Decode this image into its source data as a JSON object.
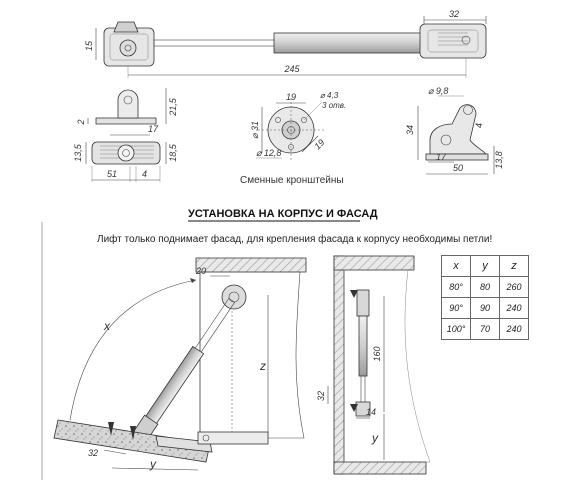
{
  "top_view": {
    "dim_height": "15",
    "dim_length": "245",
    "dim_bracket": "32"
  },
  "bracket_left": {
    "dim_2": "2",
    "dim_21_5": "21,5",
    "dim_17": "17",
    "dim_13_5": "13,5",
    "dim_18_5": "18,5",
    "dim_4": "4",
    "dim_51": "51"
  },
  "bracket_mid": {
    "dim_19": "19",
    "dim_hole": "⌀ 4,3",
    "dim_holes": "3 отв.",
    "dim_31": "⌀ 31",
    "dim_19b": "19",
    "dim_12_8": "⌀ 12,8"
  },
  "bracket_right": {
    "dim_9_8": "⌀ 9,8",
    "dim_34": "34",
    "dim_4": "4",
    "dim_17": "17",
    "dim_50": "50",
    "dim_13_8": "13,8"
  },
  "caption": "Сменные кронштейны",
  "section_title": "УСТАНОВКА НА КОРПУС И ФАСАД",
  "note": "Лифт только поднимает фасад, для крепления фасада к корпусу необходимы петли!",
  "install_left": {
    "label_x": "x",
    "label_z": "z",
    "label_y": "y",
    "dim_20": "20",
    "dim_32": "32"
  },
  "install_right": {
    "dim_160": "160",
    "dim_32": "32",
    "dim_14": "14",
    "label_y": "y"
  },
  "table": {
    "headers": [
      "x",
      "y",
      "z"
    ],
    "rows": [
      [
        "80°",
        "80",
        "260"
      ],
      [
        "90°",
        "90",
        "240"
      ],
      [
        "100°",
        "70",
        "240"
      ]
    ]
  }
}
